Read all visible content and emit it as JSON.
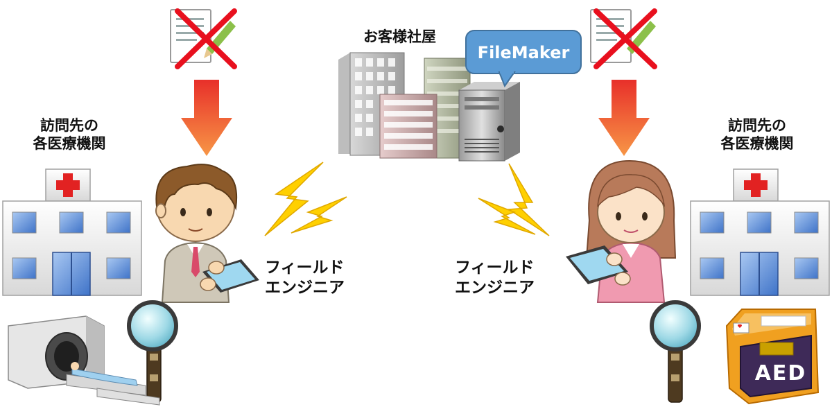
{
  "labels": {
    "customer_hq": "お客様社屋",
    "filemaker": "FileMaker",
    "left_facility_line1": "訪問先の",
    "left_facility_line2": "各医療機関",
    "right_facility_line1": "訪問先の",
    "right_facility_line2": "各医療機関",
    "left_engineer_line1": "フィールド",
    "left_engineer_line2": "エンジニア",
    "right_engineer_line1": "フィールド",
    "right_engineer_line2": "エンジニア",
    "aed": "AED"
  },
  "colors": {
    "bubble_blue": "#5b9bd5",
    "arrow_red": "#e8302a",
    "arrow_orange": "#f79646",
    "cross_red": "#e8101e",
    "lightning_yellow": "#ffd000",
    "hospital_cross": "#e22222",
    "window_blue": "#6e9fe0",
    "aed_orange": "#f0a020",
    "aed_purple": "#3e2a58"
  },
  "icons": [
    "paper-form-icon",
    "cross-mark-icon",
    "down-arrow-icon",
    "office-building-icon",
    "server-icon",
    "speech-bubble-icon",
    "hospital-icon",
    "male-engineer-icon",
    "female-engineer-icon",
    "tablet-icon",
    "lightning-icon",
    "magnifier-icon",
    "mri-scanner-icon",
    "aed-device-icon"
  ]
}
